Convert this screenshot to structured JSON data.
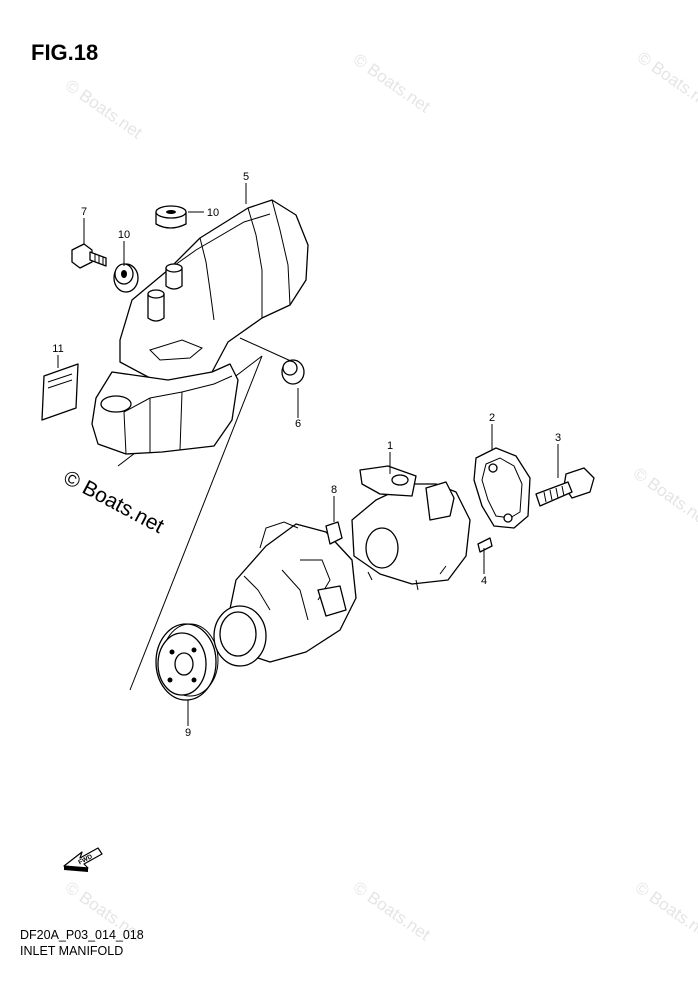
{
  "figure": {
    "title": "FIG.18"
  },
  "footer": {
    "code": "DF20A_P03_014_018",
    "name": "INLET MANIFOLD"
  },
  "watermark": {
    "text": "© Boats.net"
  },
  "callouts": [
    "1",
    "2",
    "3",
    "4",
    "5",
    "6",
    "7",
    "8",
    "9",
    "10",
    "10",
    "11"
  ],
  "arrow": {
    "label": "FWD"
  },
  "icons": [
    "fwd-arrow-icon"
  ]
}
